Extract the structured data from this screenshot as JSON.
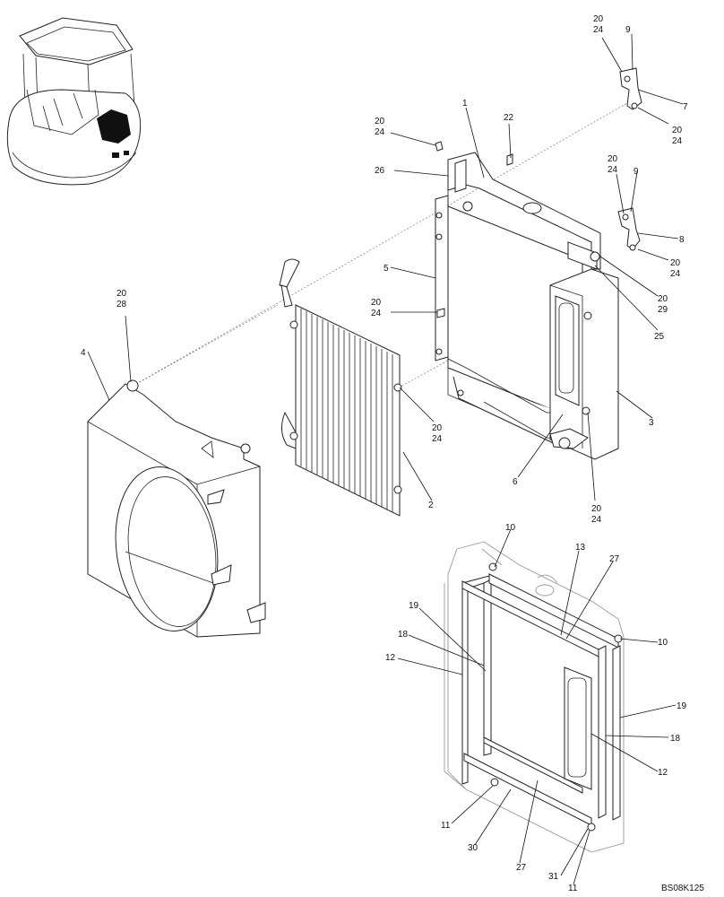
{
  "drawing_ref": "BS08K125",
  "callouts": [
    {
      "id": "c-20-24-top-right",
      "lines": [
        "20",
        "24"
      ]
    },
    {
      "id": "c-9-top",
      "lines": [
        "9"
      ]
    },
    {
      "id": "c-7",
      "lines": [
        "7"
      ]
    },
    {
      "id": "c-20-24-r1",
      "lines": [
        "20",
        "24"
      ]
    },
    {
      "id": "c-1",
      "lines": [
        "1"
      ]
    },
    {
      "id": "c-22",
      "lines": [
        "22"
      ]
    },
    {
      "id": "c-20-24-left-top",
      "lines": [
        "20",
        "24"
      ]
    },
    {
      "id": "c-26",
      "lines": [
        "26"
      ]
    },
    {
      "id": "c-20-24-mid-right",
      "lines": [
        "20",
        "24"
      ]
    },
    {
      "id": "c-9-mid",
      "lines": [
        "9"
      ]
    },
    {
      "id": "c-8",
      "lines": [
        "8"
      ]
    },
    {
      "id": "c-20-24-r2",
      "lines": [
        "20",
        "24"
      ]
    },
    {
      "id": "c-5",
      "lines": [
        "5"
      ]
    },
    {
      "id": "c-20-29",
      "lines": [
        "20",
        "29"
      ]
    },
    {
      "id": "c-20-28",
      "lines": [
        "20",
        "28"
      ]
    },
    {
      "id": "c-20-24-mid",
      "lines": [
        "20",
        "24"
      ]
    },
    {
      "id": "c-25",
      "lines": [
        "25"
      ]
    },
    {
      "id": "c-4",
      "lines": [
        "4"
      ]
    },
    {
      "id": "c-3",
      "lines": [
        "3"
      ]
    },
    {
      "id": "c-20-24-oil",
      "lines": [
        "20",
        "24"
      ]
    },
    {
      "id": "c-6",
      "lines": [
        "6"
      ]
    },
    {
      "id": "c-2",
      "lines": [
        "2"
      ]
    },
    {
      "id": "c-20-24-bottom",
      "lines": [
        "20",
        "24"
      ]
    },
    {
      "id": "c-10-top",
      "lines": [
        "10"
      ]
    },
    {
      "id": "c-13",
      "lines": [
        "13"
      ]
    },
    {
      "id": "c-27-top",
      "lines": [
        "27"
      ]
    },
    {
      "id": "c-10-right",
      "lines": [
        "10"
      ]
    },
    {
      "id": "c-19-left",
      "lines": [
        "19"
      ]
    },
    {
      "id": "c-18-left",
      "lines": [
        "18"
      ]
    },
    {
      "id": "c-12-left",
      "lines": [
        "12"
      ]
    },
    {
      "id": "c-19-right",
      "lines": [
        "19"
      ]
    },
    {
      "id": "c-18-right",
      "lines": [
        "18"
      ]
    },
    {
      "id": "c-12-right",
      "lines": [
        "12"
      ]
    },
    {
      "id": "c-11-left",
      "lines": [
        "11"
      ]
    },
    {
      "id": "c-30",
      "lines": [
        "30"
      ]
    },
    {
      "id": "c-27-bottom",
      "lines": [
        "27"
      ]
    },
    {
      "id": "c-31",
      "lines": [
        "31"
      ]
    },
    {
      "id": "c-11-bottom",
      "lines": [
        "11"
      ]
    }
  ]
}
